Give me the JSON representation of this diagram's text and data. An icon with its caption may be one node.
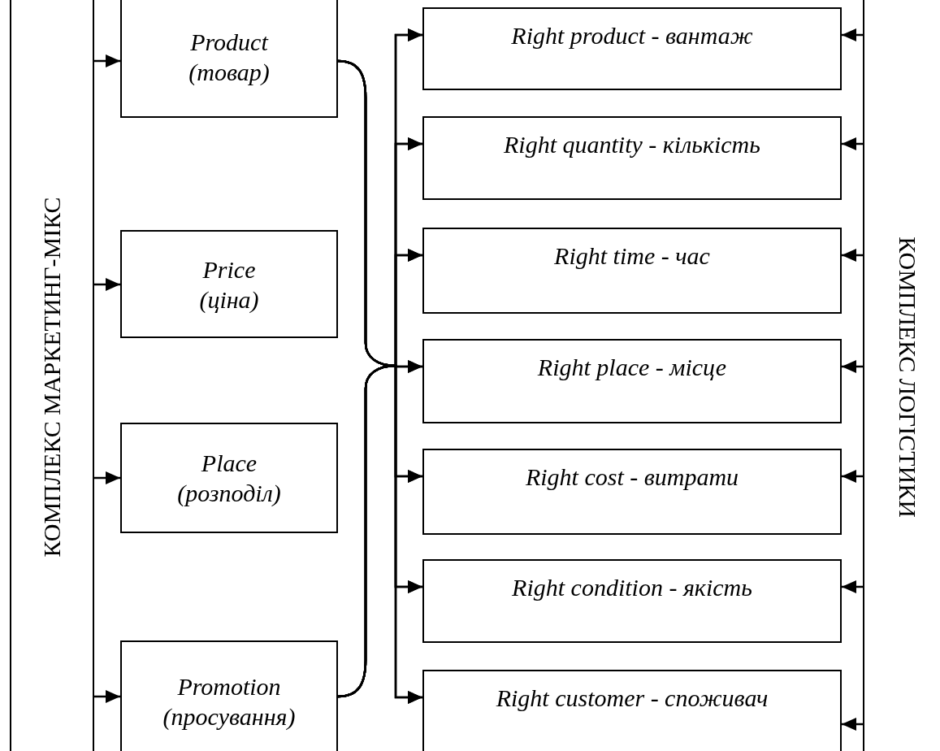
{
  "diagram": {
    "nodes": [
      {
        "text": [
          "КОМПЛЕКС МАРКЕТИНГ-МІКС"
        ]
      },
      {
        "text": [
          "Product",
          "(товар)"
        ]
      },
      {
        "text": [
          "Price",
          "(ціна)"
        ]
      },
      {
        "text": [
          "Place",
          "(розподіл)"
        ]
      },
      {
        "text": [
          "Promotion",
          "(просування)"
        ]
      },
      {
        "text": [
          "КОМПЛЕКС ЛОГІСТИКИ"
        ]
      },
      {
        "text": [
          "Right product - вантаж"
        ]
      },
      {
        "text": [
          "Right quantity - кількість"
        ]
      },
      {
        "text": [
          "Right time - час"
        ]
      },
      {
        "text": [
          "Right place - місце"
        ]
      },
      {
        "text": [
          "Right cost - витрати"
        ]
      },
      {
        "text": [
          "Right condition - якість"
        ]
      },
      {
        "text": [
          "Right customer - споживач"
        ]
      }
    ],
    "edges": [
      {
        "from": 0,
        "to": 1,
        "arrow": "to"
      },
      {
        "from": 0,
        "to": 2,
        "arrow": "to"
      },
      {
        "from": 0,
        "to": 3,
        "arrow": "to"
      },
      {
        "from": 0,
        "to": 4,
        "arrow": "to"
      },
      {
        "from": 1,
        "to": 6,
        "arrow": "to"
      },
      {
        "from": 1,
        "to": 7,
        "arrow": "to"
      },
      {
        "from": 1,
        "to": 8,
        "arrow": "to"
      },
      {
        "from": 1,
        "to": 9,
        "arrow": "to"
      },
      {
        "from": 1,
        "to": 10,
        "arrow": "to"
      },
      {
        "from": 1,
        "to": 11,
        "arrow": "to"
      },
      {
        "from": 1,
        "to": 12,
        "arrow": "to"
      },
      {
        "from": 4,
        "to": 6,
        "arrow": "to"
      },
      {
        "from": 4,
        "to": 7,
        "arrow": "to"
      },
      {
        "from": 4,
        "to": 8,
        "arrow": "to"
      },
      {
        "from": 4,
        "to": 9,
        "arrow": "to"
      },
      {
        "from": 4,
        "to": 10,
        "arrow": "to"
      },
      {
        "from": 4,
        "to": 11,
        "arrow": "to"
      },
      {
        "from": 4,
        "to": 12,
        "arrow": "to"
      },
      {
        "from": 5,
        "to": 6,
        "arrow": "to"
      },
      {
        "from": 5,
        "to": 7,
        "arrow": "to"
      },
      {
        "from": 5,
        "to": 8,
        "arrow": "to"
      },
      {
        "from": 5,
        "to": 9,
        "arrow": "to"
      },
      {
        "from": 5,
        "to": 10,
        "arrow": "to"
      },
      {
        "from": 5,
        "to": 11,
        "arrow": "to"
      },
      {
        "from": 5,
        "to": 12,
        "arrow": "to"
      }
    ]
  }
}
